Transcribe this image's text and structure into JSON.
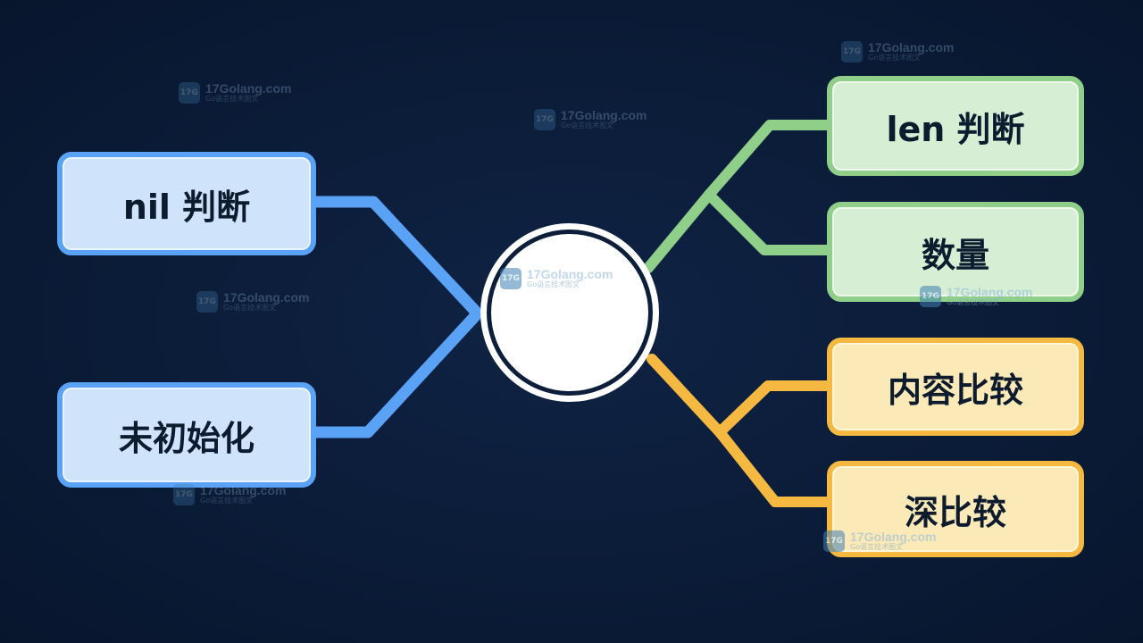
{
  "diagram": {
    "center_label": "",
    "left_nodes": [
      {
        "label": "nil 判断"
      },
      {
        "label": "未初始化"
      }
    ],
    "right_nodes": [
      {
        "label": "len 判断"
      },
      {
        "label": "数量"
      },
      {
        "label": "内容比较"
      },
      {
        "label": "深比较"
      }
    ]
  },
  "colors": {
    "background": "#0c1e3a",
    "blue_branch": "#5aa2f5",
    "green_branch": "#8fcf8a",
    "yellow_branch": "#f5b942"
  },
  "watermark": {
    "logo_text": "17G",
    "site": "17Golang.com",
    "tagline": "Go语言技术图文"
  }
}
